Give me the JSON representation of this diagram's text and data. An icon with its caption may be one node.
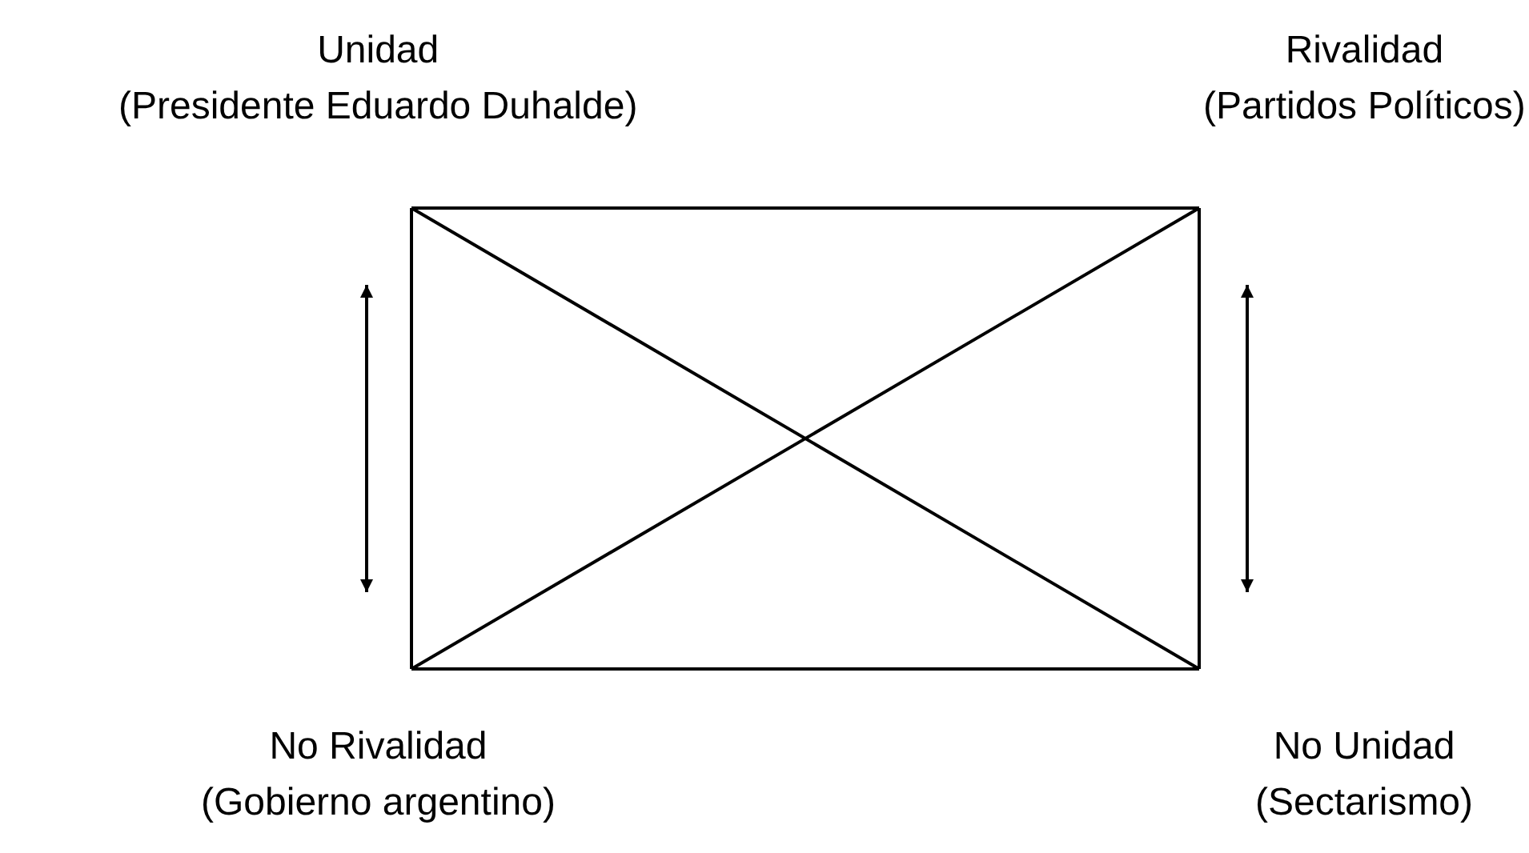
{
  "diagram": {
    "nodes": [
      {
        "text": [
          "Unidad",
          "(Presidente Eduardo Duhalde)"
        ]
      },
      {
        "text": [
          "Rivalidad",
          "(Partidos Políticos)"
        ]
      },
      {
        "text": [
          "No Rivalidad",
          "(Gobierno argentino)"
        ]
      },
      {
        "text": [
          "No Unidad",
          "(Sectarismo)"
        ]
      }
    ],
    "edges": [
      {
        "from": 0,
        "to": 1,
        "arrow": "none"
      },
      {
        "from": 2,
        "to": 3,
        "arrow": "none"
      },
      {
        "from": 0,
        "to": 2,
        "arrow": "none"
      },
      {
        "from": 1,
        "to": 3,
        "arrow": "none"
      },
      {
        "from": 0,
        "to": 3,
        "arrow": "none"
      },
      {
        "from": 1,
        "to": 2,
        "arrow": "none"
      }
    ]
  }
}
